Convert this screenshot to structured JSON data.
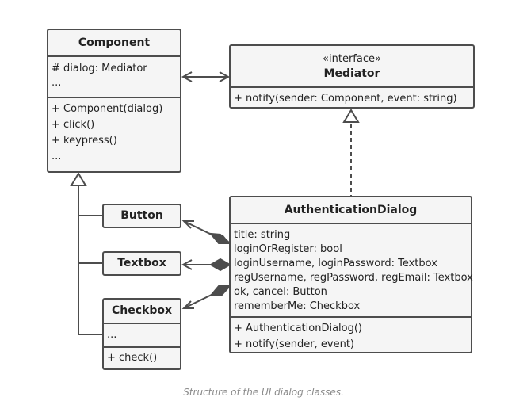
{
  "component": {
    "name": "Component",
    "fields": [
      "# dialog: Mediator",
      "..."
    ],
    "methods": [
      "+ Component(dialog)",
      "+ click()",
      "+ keypress()",
      "..."
    ]
  },
  "mediator": {
    "stereotype": "«interface»",
    "name": "Mediator",
    "methods": [
      "+ notify(sender: Component, event: string)"
    ]
  },
  "auth_dialog": {
    "name": "AuthenticationDialog",
    "fields": [
      "title: string",
      "loginOrRegister: bool",
      "loginUsername, loginPassword: Textbox",
      "regUsername, regPassword, regEmail: Textbox",
      "ok, cancel: Button",
      "rememberMe: Checkbox"
    ],
    "methods": [
      "+ AuthenticationDialog()",
      "+ notify(sender, event)"
    ]
  },
  "button": {
    "name": "Button"
  },
  "textbox": {
    "name": "Textbox"
  },
  "checkbox": {
    "name": "Checkbox",
    "fields": [
      "..."
    ],
    "methods": [
      "+ check()"
    ]
  },
  "caption": "Structure of the UI dialog classes.",
  "colors": {
    "stroke": "#4d4d4d",
    "fill": "#f5f5f5",
    "caption": "#8a8a8a"
  }
}
